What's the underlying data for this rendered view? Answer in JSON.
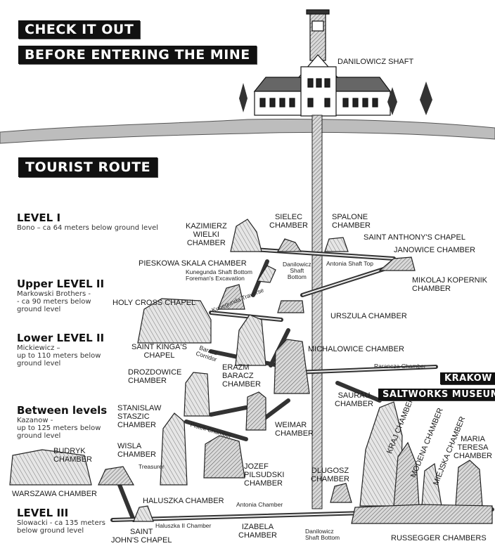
{
  "banners": {
    "check": "CHECK IT OUT",
    "before": "BEFORE ENTERING THE MINE",
    "route": "TOURIST ROUTE",
    "krakow": "KRAKOW",
    "museum": "SALTWORKS MUSEUM"
  },
  "levels": {
    "l1": {
      "title": "LEVEL I",
      "desc": "Bono – ca 64 meters below ground level"
    },
    "l2u": {
      "title": "Upper LEVEL II",
      "desc": "Markowski Brothers -\n- ca 90 meters below\nground level"
    },
    "l2l": {
      "title": "Lower LEVEL II",
      "desc": "Mickiewicz –\nup to 110 meters below\nground level"
    },
    "lb": {
      "title": "Between levels",
      "desc": "Kazanow -\nup to 125 meters below\nground level"
    },
    "l3": {
      "title": "LEVEL III",
      "desc": "Slowacki - ca 135 meters\nbelow ground level"
    }
  },
  "labels": {
    "danilowicz_shaft": "DANILOWICZ SHAFT",
    "kazimierz": "KAZIMIERZ\nWIELKI\nCHAMBER",
    "sielec": "SIELEC\nCHAMBER",
    "spalone": "SPALONE\nCHAMBER",
    "saint_anthony": "SAINT ANTHONY'S CHAPEL",
    "janowice": "JANOWICE CHAMBER",
    "pieskowa": "PIESKOWA SKALA CHAMBER",
    "kopernik": "MIKOLAJ KOPERNIK\nCHAMBER",
    "holy_cross": "HOLY CROSS CHAPEL",
    "urszula": "URSZULA CHAMBER",
    "saint_kinga": "SAINT KINGA'S\nCHAPEL",
    "michalowice": "MICHALOWICE CHAMBER",
    "drozdowice": "DROZDOWICE\nCHAMBER",
    "erazm": "ERAZM\nBARACZ\nCHAMBER",
    "saurau": "SAURAU\nCHAMBER",
    "stanislaw": "STANISLAW\nSTASZIC\nCHAMBER",
    "weimar": "WEIMAR\nCHAMBER",
    "wisla": "WISLA\nCHAMBER",
    "budryk": "BUDRYK\nCHAMBER",
    "jozef": "JOZEF\nPILSUDSKI\nCHAMBER",
    "dlugosz": "DLUGOSZ\nCHAMBER",
    "warszawa": "WARSZAWA CHAMBER",
    "kraj": "KRAJ CHAMBER",
    "modena": "MODENA CHAMBER",
    "miejska": "MIEJSKA CHAMBER",
    "maria": "MARIA\nTERESA\nCHAMBER",
    "haluszka": "HALUSZKA CHAMBER",
    "saint_john": "SAINT\nJOHN'S CHAPEL",
    "izabela": "IZABELA\nCHAMBER",
    "russegger": "RUSSEGGER CHAMBERS"
  },
  "small": {
    "kunegunda_bottom": "Kunegunda Shaft Bottom\nForeman's Excavation",
    "danilowicz_mid": "Danilowicz\nShaft\nBottom",
    "antonia_top": "Antonia Shaft Top",
    "kunegunda_traverse": "Kunegunda Traverse",
    "baracz_corridor": "Baracz\nCorridor",
    "rarancza": "Rarancza Chamber",
    "pistek": "Pistek Chamber",
    "treasurer": "Treasurer",
    "antonia_chamber": "Antonia Chamber",
    "haluszka_ii": "Haluszka II Chamber",
    "danilowicz_bottom": "Danilowicz\nShaft Bottom"
  }
}
